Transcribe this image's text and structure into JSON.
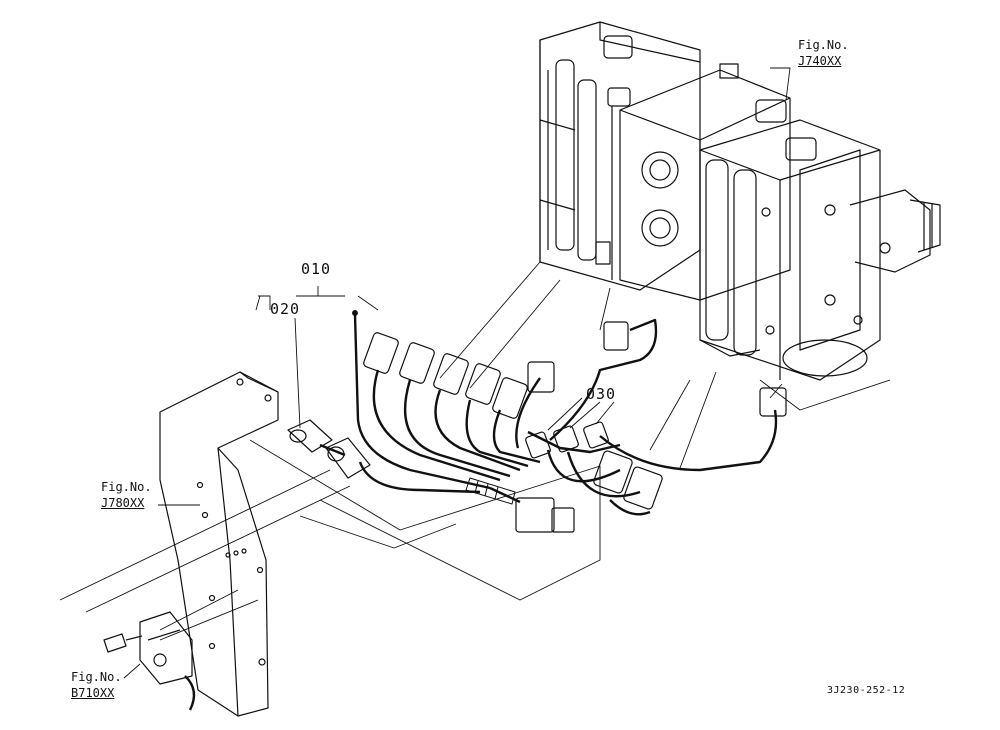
{
  "callouts": {
    "item_010": "010",
    "item_020": "020",
    "item_030": "030"
  },
  "references": {
    "valve": {
      "line1": "Fig.No.",
      "line2": "J740XX"
    },
    "bracket": {
      "line1": "Fig.No.",
      "line2": "J780XX"
    },
    "switch": {
      "line1": "Fig.No.",
      "line2": "B710XX"
    }
  },
  "drawing_code": "3J230-252-12"
}
